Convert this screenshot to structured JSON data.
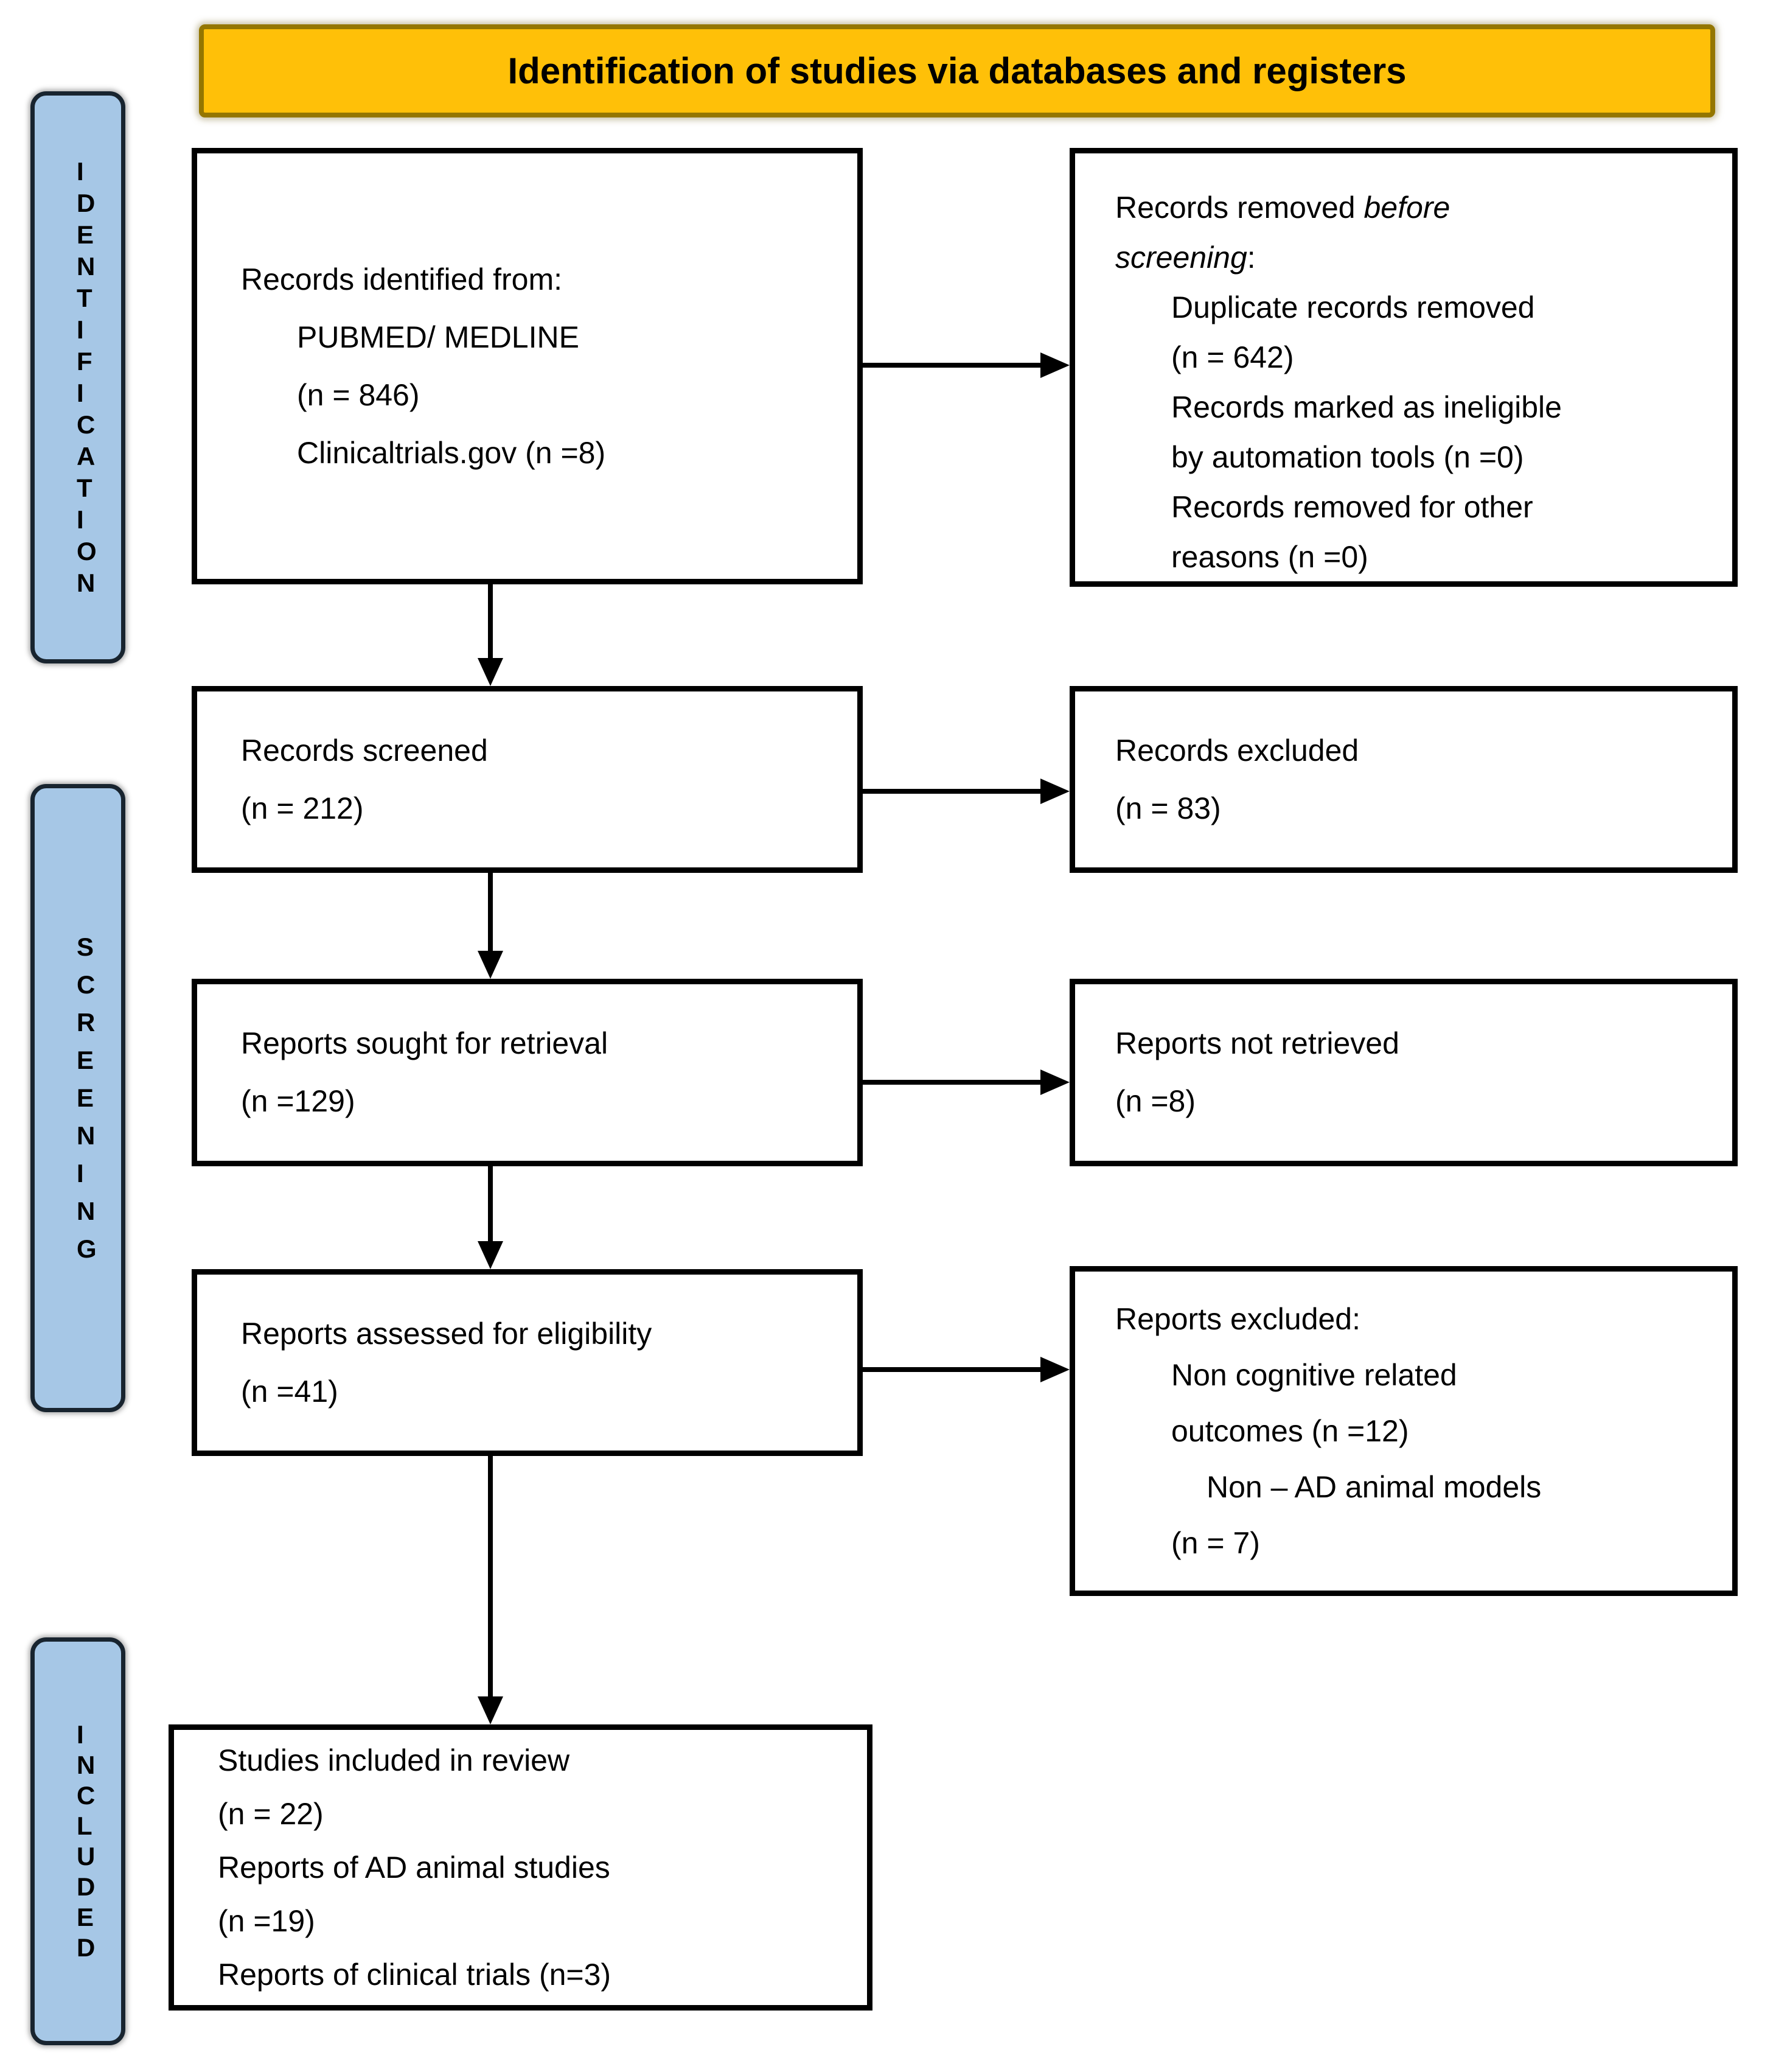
{
  "header": {
    "title": "Identification of studies via databases and registers"
  },
  "sidebar": {
    "identification": {
      "label": "IDENTIFICATION"
    },
    "screening": {
      "label": "SCREENING"
    },
    "included": {
      "label": "INCLUDED"
    }
  },
  "boxes": {
    "records_identified": {
      "title": "Records identified from:",
      "source1": "PUBMED/ MEDLINE",
      "source1_n": "(n = 846)",
      "source2": "Clinicaltrials.gov (n =8)"
    },
    "records_removed": {
      "title_normal": "Records removed ",
      "title_italic": "before",
      "title_line2_italic": "screening",
      "title_line2_suffix": ":",
      "reason1_line1": "Duplicate records removed",
      "reason1_line2": "(n = 642)",
      "reason2_line1": "Records marked as ineligible",
      "reason2_line2": "by automation tools (n =0)",
      "reason3_line1": "Records removed for other",
      "reason3_line2": "reasons (n =0)"
    },
    "records_screened": {
      "line1": "Records screened",
      "line2": "(n = 212)"
    },
    "records_excluded": {
      "line1": "Records excluded",
      "line2": "(n = 83)"
    },
    "reports_sought": {
      "line1": "Reports sought for retrieval",
      "line2": "(n =129)"
    },
    "reports_not_retrieved": {
      "line1": "Reports not retrieved",
      "line2": "(n =8)"
    },
    "reports_assessed": {
      "line1": "Reports assessed for eligibility",
      "line2": "(n =41)"
    },
    "reports_excluded": {
      "title": "Reports excluded:",
      "reason1_line1": "Non cognitive related",
      "reason1_line2": "outcomes (n =12)",
      "reason2_line1": "Non – AD  animal models",
      "reason2_line2": "(n = 7)"
    },
    "studies_included": {
      "line1": "Studies included in review",
      "line2": "(n = 22)",
      "line3": "Reports of AD animal studies",
      "line4": "(n =19)",
      "line5": "Reports of clinical trials (n=3)"
    }
  },
  "colors": {
    "banner_fill": "#FFC008",
    "banner_border": "#947600",
    "sidebar_fill": "#A6C7E6",
    "sidebar_border": "#18242F",
    "box_border": "#000000",
    "arrow": "#000000",
    "text": "#000000"
  }
}
